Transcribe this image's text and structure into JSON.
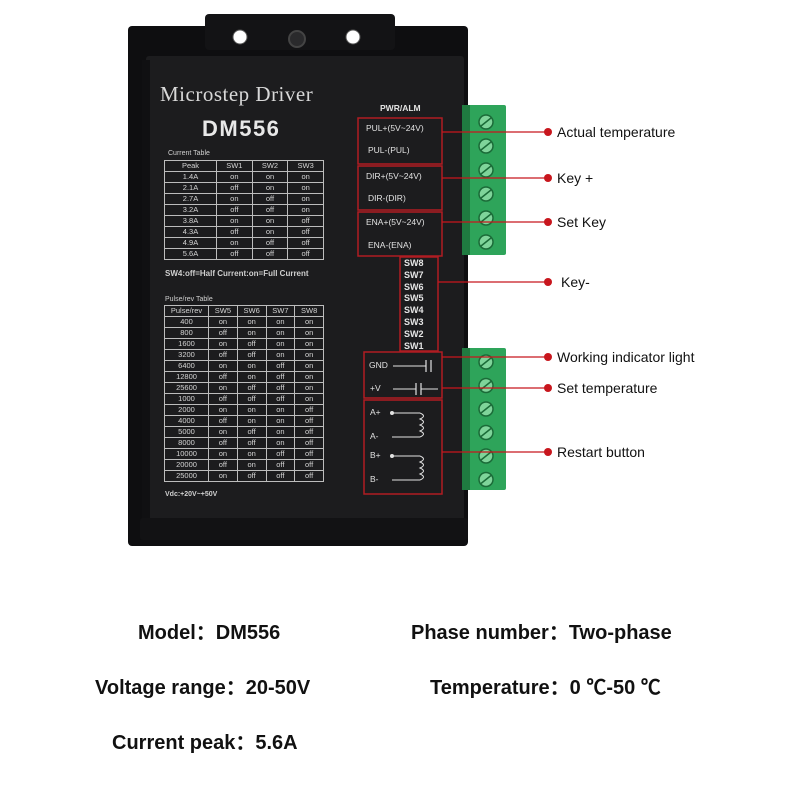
{
  "device": {
    "title": "Microstep Driver",
    "model": "DM556",
    "pwr_alm": "PWR/ALM",
    "vdc": "Vdc:+20V~+50V"
  },
  "current_table": {
    "caption": "Current  Table",
    "headers": [
      "Peak",
      "SW1",
      "SW2",
      "SW3"
    ],
    "rows": [
      [
        "1.4A",
        "on",
        "on",
        "on"
      ],
      [
        "2.1A",
        "off",
        "on",
        "on"
      ],
      [
        "2.7A",
        "on",
        "off",
        "on"
      ],
      [
        "3.2A",
        "off",
        "off",
        "on"
      ],
      [
        "3.8A",
        "on",
        "on",
        "off"
      ],
      [
        "4.3A",
        "off",
        "on",
        "off"
      ],
      [
        "4.9A",
        "on",
        "off",
        "off"
      ],
      [
        "5.6A",
        "off",
        "off",
        "off"
      ]
    ],
    "note": "SW4:off=Half Current:on=Full Current"
  },
  "pulse_table": {
    "caption": "Pulse/rev Table",
    "headers": [
      "Pulse/rev",
      "SW5",
      "SW6",
      "SW7",
      "SW8"
    ],
    "rows": [
      [
        "400",
        "on",
        "on",
        "on",
        "on"
      ],
      [
        "800",
        "off",
        "on",
        "on",
        "on"
      ],
      [
        "1600",
        "on",
        "off",
        "on",
        "on"
      ],
      [
        "3200",
        "off",
        "off",
        "on",
        "on"
      ],
      [
        "6400",
        "on",
        "on",
        "off",
        "on"
      ],
      [
        "12800",
        "off",
        "on",
        "off",
        "on"
      ],
      [
        "25600",
        "on",
        "off",
        "off",
        "on"
      ],
      [
        "1000",
        "off",
        "off",
        "off",
        "on"
      ],
      [
        "2000",
        "on",
        "on",
        "on",
        "off"
      ],
      [
        "4000",
        "off",
        "on",
        "on",
        "off"
      ],
      [
        "5000",
        "on",
        "off",
        "on",
        "off"
      ],
      [
        "8000",
        "off",
        "off",
        "on",
        "off"
      ],
      [
        "10000",
        "on",
        "on",
        "off",
        "off"
      ],
      [
        "20000",
        "off",
        "on",
        "off",
        "off"
      ],
      [
        "25000",
        "on",
        "off",
        "off",
        "off"
      ]
    ]
  },
  "terminals": {
    "pul_plus": "PUL+(5V~24V)",
    "pul_minus": "PUL-(PUL)",
    "dir_plus": "DIR+(5V~24V)",
    "dir_minus": "DIR-(DIR)",
    "ena_plus": "ENA+(5V~24V)",
    "ena_minus": "ENA-(ENA)",
    "switches": [
      "SW8",
      "SW7",
      "SW6",
      "SW5",
      "SW4",
      "SW3",
      "SW2",
      "SW1"
    ],
    "gnd": "GND",
    "vplus": "+V",
    "a_plus": "A+",
    "a_minus": "A-",
    "b_plus": "B+",
    "b_minus": "B-"
  },
  "callouts": {
    "actual_temperature": "Actual temperature",
    "key_plus": "Key +",
    "set_key": "Set Key",
    "key_minus": "Key-",
    "working_indicator": "Working indicator light",
    "set_temperature": "Set temperature",
    "restart_button": "Restart button"
  },
  "specs": {
    "model": "Model：DM556",
    "phase": "Phase number：Two-phase",
    "voltage": "Voltage range：20-50V",
    "temperature": "Temperature：0 ℃-50 ℃",
    "current": "Current peak：5.6A"
  },
  "colors": {
    "body": "#1c1c1e",
    "terminal_green": "#2ea45a",
    "callout_red": "#c8161d",
    "box_red": "#b01c22"
  }
}
